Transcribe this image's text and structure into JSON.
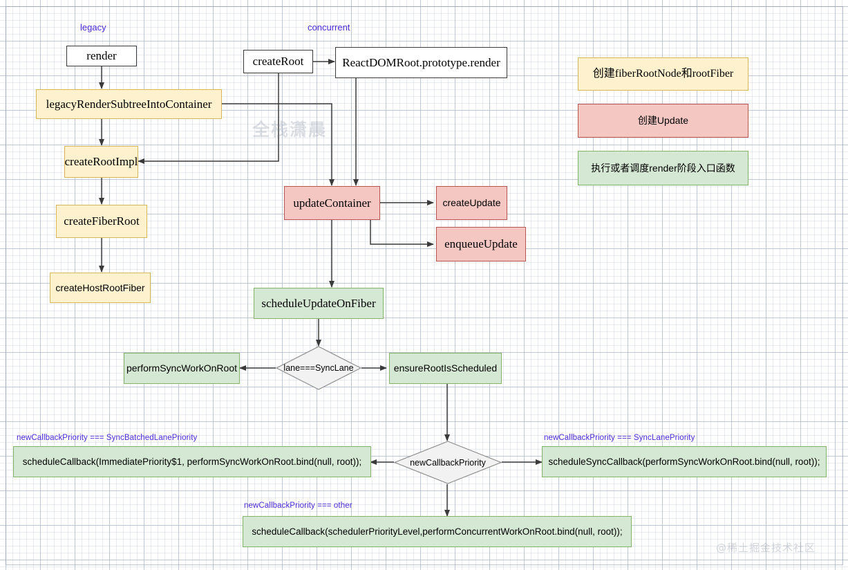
{
  "diagram": {
    "title_watermarks": {
      "center": "全栈潇晨",
      "corner": "@稀土掘金技术社区"
    },
    "branch_titles": {
      "legacy": "legacy",
      "concurrent": "concurrent"
    },
    "colors": {
      "yellow_fill": "#fdf2cd",
      "yellow_stroke": "#d6b656",
      "red_fill": "#f4c7c3",
      "red_stroke": "#b85450",
      "green_fill": "#d5e8d4",
      "green_stroke": "#82b366",
      "white_fill": "#ffffff",
      "white_stroke": "#3a3a3a",
      "diamond_fill": "#f2f2f2",
      "diamond_stroke": "#8c8c8c",
      "label_purple": "#4b29d6",
      "edge": "#3a3a3a"
    },
    "nodes": {
      "render": "render",
      "legacy_render_subtree": "legacyRenderSubtreeIntoContainer",
      "create_root_impl": "createRootImpl",
      "create_fiber_root": "createFiberRoot",
      "create_host_root_fiber": "createHostRootFiber",
      "create_root": "createRoot",
      "react_dom_root_render": "ReactDOMRoot.prototype.render",
      "update_container": "updateContainer",
      "create_update": "createUpdate",
      "enqueue_update": "enqueueUpdate",
      "schedule_update_on_fiber": "scheduleUpdateOnFiber",
      "perform_sync_work_on_root": "performSyncWorkOnRoot",
      "ensure_root_is_scheduled": "ensureRootIsScheduled",
      "schedule_callback_batched": "scheduleCallback(ImmediatePriority$1, performSyncWorkOnRoot.bind(null, root));",
      "schedule_sync_callback": "scheduleSyncCallback(performSyncWorkOnRoot.bind(null, root));",
      "schedule_callback_concurrent": "scheduleCallback(schedulerPriorityLevel,performConcurrentWorkOnRoot.bind(null, root));"
    },
    "decisions": {
      "lane_sync_lane": "lane===SyncLane",
      "new_callback_priority": "newCallbackPriority"
    },
    "edge_labels": {
      "sync_batched": "newCallbackPriority === SyncBatchedLanePriority",
      "sync_lane_priority": "newCallbackPriority === SyncLanePriority",
      "other": "newCallbackPriority === other"
    },
    "legend": [
      {
        "text": "创建fiberRootNode和rootFiber",
        "style": "yellow"
      },
      {
        "text": "创建Update",
        "style": "red"
      },
      {
        "text": "执行或者调度render阶段入口函数",
        "style": "green"
      }
    ]
  }
}
